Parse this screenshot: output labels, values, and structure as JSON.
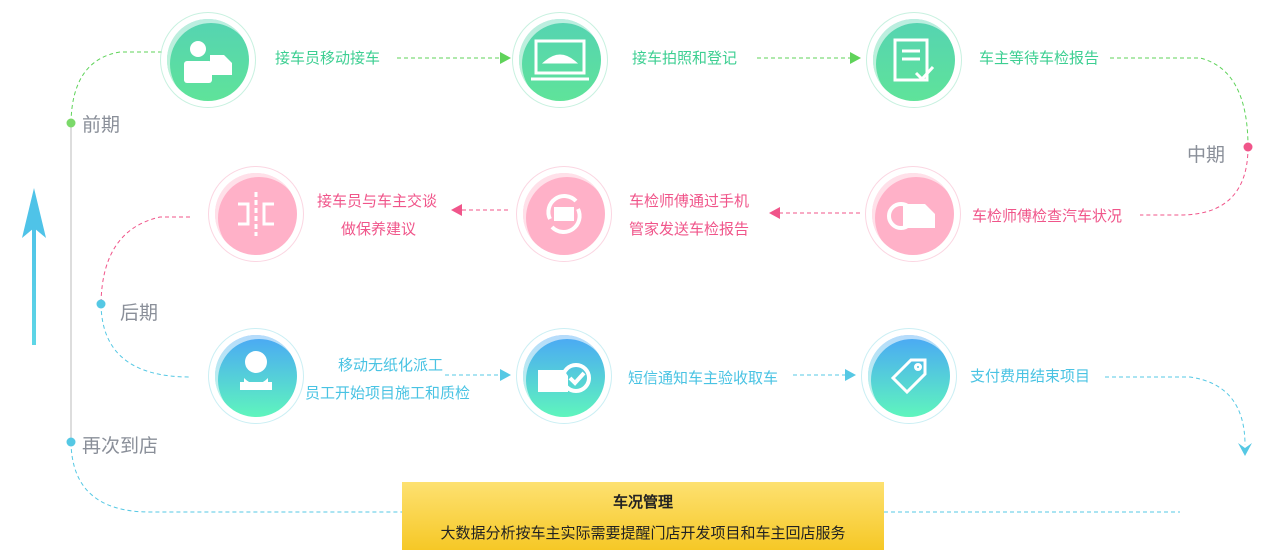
{
  "phases": [
    "前期",
    "中期",
    "后期",
    "再次到店"
  ],
  "steps": [
    {
      "label": "接车员移动接车",
      "icon": "mechanic-car-icon"
    },
    {
      "label": "接车拍照和登记",
      "icon": "laptop-car-icon"
    },
    {
      "label": "车主等待车检报告",
      "icon": "clipboard-check-icon"
    },
    {
      "label": "车检师傅检查汽车状况",
      "icon": "car-search-icon"
    },
    {
      "label": [
        "车检师傅通过手机",
        "管家发送车检报告"
      ],
      "icon": "car-sync-icon"
    },
    {
      "label": [
        "接车员与车主交谈",
        "做保养建议"
      ],
      "icon": "road-icon"
    },
    {
      "label": [
        "移动无纸化派工",
        "员工开始项目施工和质检"
      ],
      "icon": "mechanic-wrench-icon"
    },
    {
      "label": "短信通知车主验收取车",
      "icon": "car-check-icon"
    },
    {
      "label": "支付费用结束项目",
      "icon": "price-tag-icon"
    }
  ],
  "summary": {
    "title": "车况管理",
    "text": "大数据分析按车主实际需要提醒门店开发项目和车主回店服务"
  },
  "colors": {
    "green": "#5fd35a",
    "pink": "#f0558a",
    "blue": "#55c8e4",
    "yellow": "#f6c826"
  }
}
